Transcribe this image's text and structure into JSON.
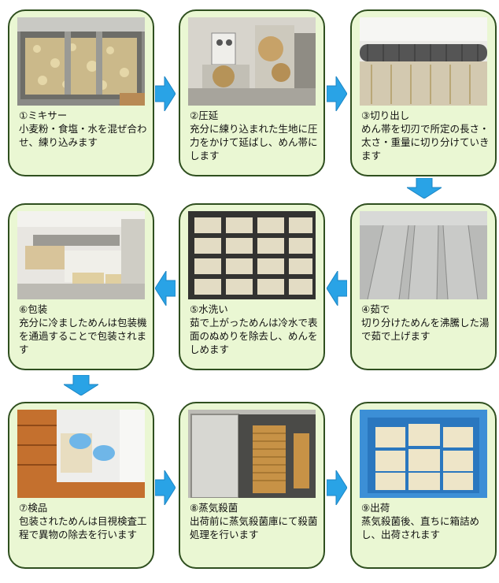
{
  "colors": {
    "card_fill": "#eaf7d3",
    "card_border": "#2f4f1f",
    "arrow": "#29a3e6"
  },
  "steps": [
    {
      "title": "①ミキサー",
      "desc": "小麦粉・食塩・水を混ぜ合わせ、練り込みます"
    },
    {
      "title": "②圧延",
      "desc": "充分に練り込まれた生地に圧力をかけて延ばし、めん帯にします"
    },
    {
      "title": "③切り出し",
      "desc": "めん帯を切刃で所定の長さ・太さ・重量に切り分けていきます"
    },
    {
      "title": "④茹で",
      "desc": "切り分けためんを沸騰した湯で茹で上げます"
    },
    {
      "title": "⑤水洗い",
      "desc": "茹で上がっためんは冷水で表面のぬめりを除去し、めんをしめます"
    },
    {
      "title": "⑥包装",
      "desc": "充分に冷ましためんは包装機を通過することで包装されます"
    },
    {
      "title": "⑦検品",
      "desc": "包装されためんは目視検査工程で異物の除去を行います"
    },
    {
      "title": "⑧蒸気殺菌",
      "desc": "出荷前に蒸気殺菌庫にて殺菌処理を行います"
    },
    {
      "title": "⑨出荷",
      "desc": "蒸気殺菌後、直ちに箱詰めし、出荷されます"
    }
  ]
}
